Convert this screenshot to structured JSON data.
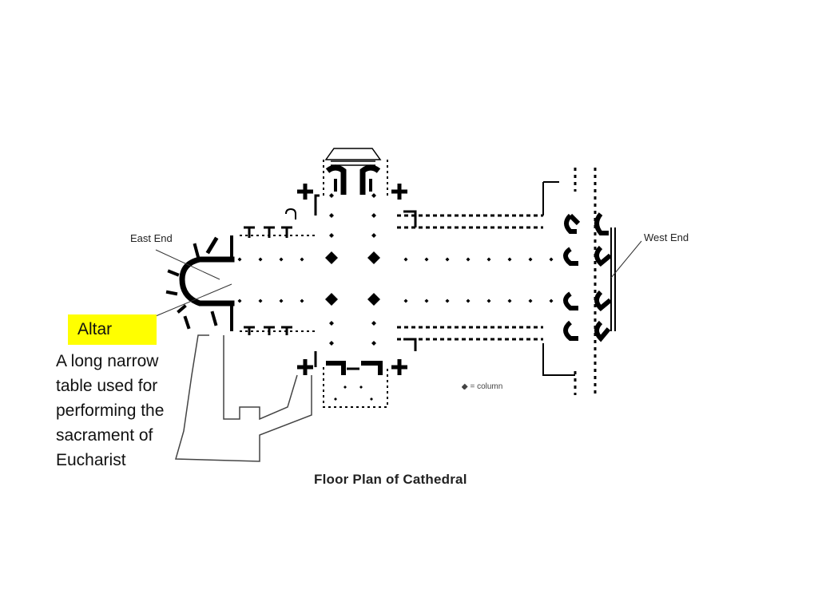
{
  "plan": {
    "title": "Floor Plan of Cathedral",
    "east_end_label": "East End",
    "west_end_label": "West End",
    "column_legend": "◆ = column"
  },
  "callout": {
    "term": "Altar",
    "definition": "A long narrow table used for performing the sacrament of Eucharist",
    "highlight_color": "#ffff00"
  }
}
